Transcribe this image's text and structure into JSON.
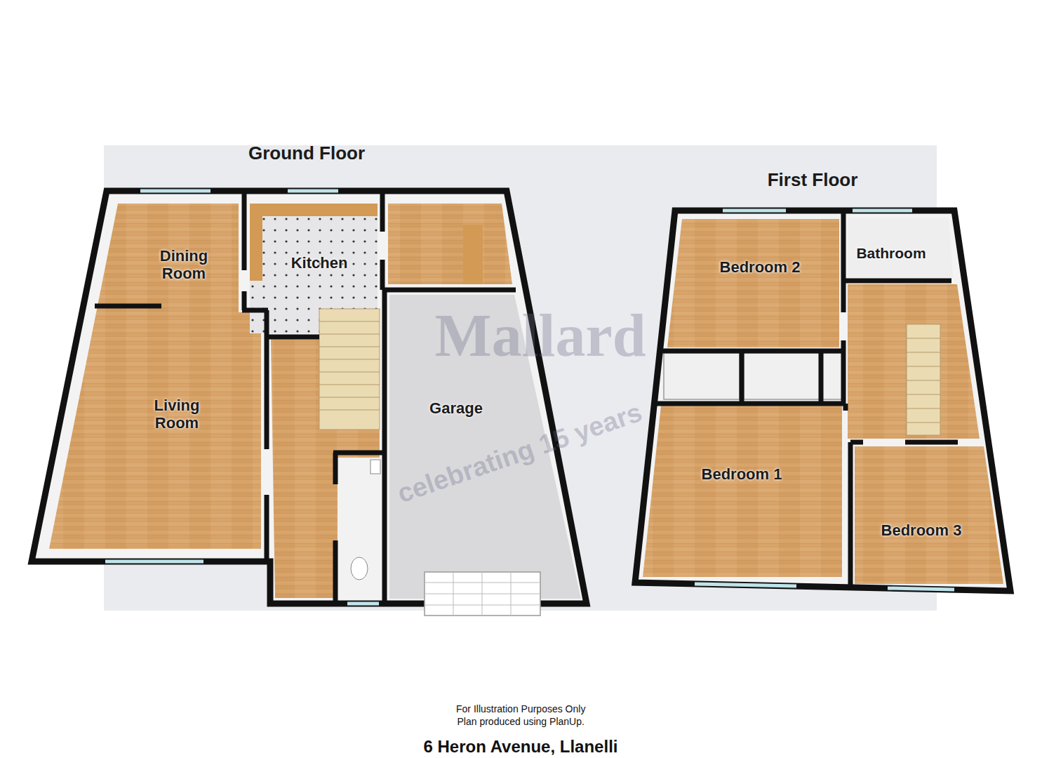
{
  "diagram": {
    "caption": "6 Heron Avenue, Llanelli",
    "nodes": [
      {
        "text": [
          "Ground Floor"
        ]
      },
      {
        "text": [
          "Dining Room"
        ],
        "in": 0
      },
      {
        "text": [
          "Kitchen"
        ],
        "in": 0
      },
      {
        "text": [
          "Living Room"
        ],
        "in": 0
      },
      {
        "text": [
          "Garage"
        ],
        "in": 0
      },
      {
        "text": [
          "First Floor"
        ]
      },
      {
        "text": [
          "Bedroom 2"
        ],
        "in": 5
      },
      {
        "text": [
          "Bathroom"
        ],
        "in": 5
      },
      {
        "text": [
          "Bedroom 1"
        ],
        "in": 5
      },
      {
        "text": [
          "Bedroom 3"
        ],
        "in": 5
      }
    ],
    "labels": [
      "Mallard",
      "celebrating 15 years",
      "For Illustration Purposes Only",
      "Plan produced using PlanUp."
    ]
  }
}
